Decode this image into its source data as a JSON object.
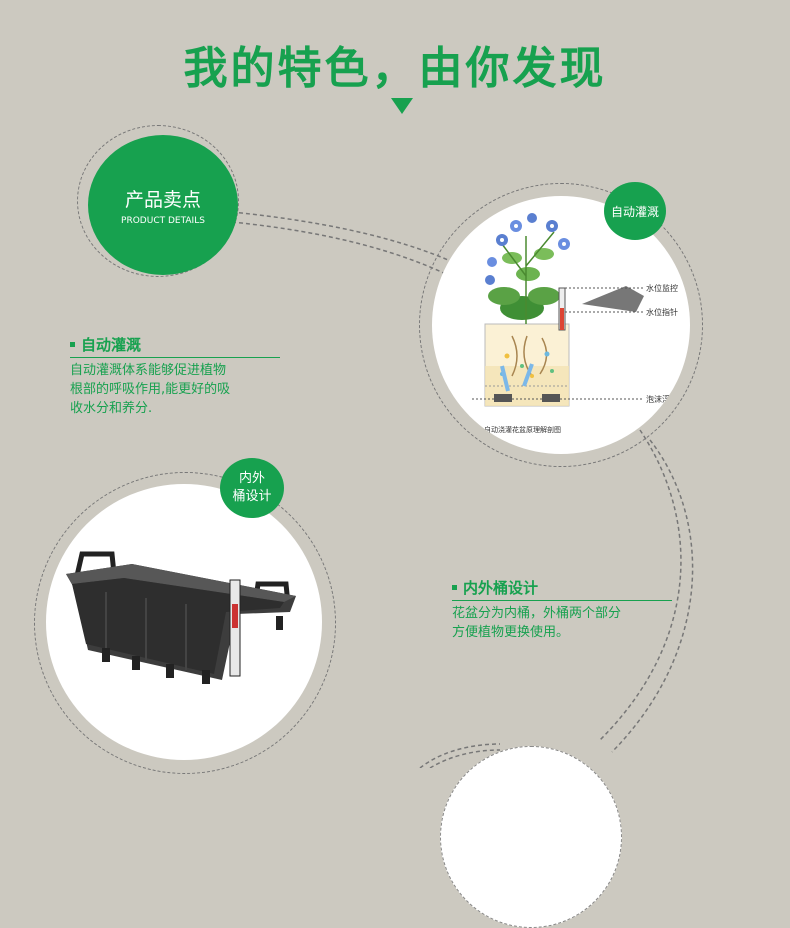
{
  "title": "我的特色，由你发现",
  "product_badge": {
    "title": "产品卖点",
    "subtitle": "PRODUCT DETAILS"
  },
  "diagram": {
    "badge": "自动灌溉",
    "labels": {
      "water_monitor": "水位监控",
      "water_pointer": "水位指针",
      "foam_float": "泡沫浮",
      "caption": "自动浇灌花盆原理解剖图"
    }
  },
  "feature_irrigation": {
    "heading": "自动灌溉",
    "lines": [
      "自动灌溉体系能够促进植物",
      "根部的呼吸作用,能更好的吸",
      "收水分和养分."
    ]
  },
  "bucket": {
    "badge_line1": "内外",
    "badge_line2": "桶设计"
  },
  "feature_bucket": {
    "heading": "内外桶设计",
    "lines": [
      "花盆分为内桶，外桶两个部分",
      "方便植物更换使用。"
    ]
  },
  "colors": {
    "brand_green": "#17a14f",
    "background": "#ccc9c0"
  }
}
